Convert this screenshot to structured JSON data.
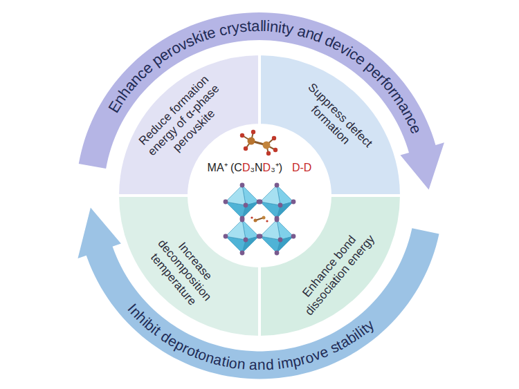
{
  "diagram": {
    "nodes": [
      {
        "text": [
          "Enhance perovskite crystallinity and device performance"
        ]
      },
      {
        "text": [
          "Reduce formation energy of α-phase perovskite"
        ]
      },
      {
        "text": [
          "Suppress defect formation"
        ]
      },
      {
        "text": [
          "MA⁺ (CD₃ND₃⁺)",
          "D-D"
        ]
      },
      {
        "text": [
          "Increase decomposition temperature"
        ]
      },
      {
        "text": [
          "Enhance bond dissociation energy"
        ]
      },
      {
        "text": [
          "Inhibit deprotonation and improve stability"
        ]
      }
    ]
  }
}
